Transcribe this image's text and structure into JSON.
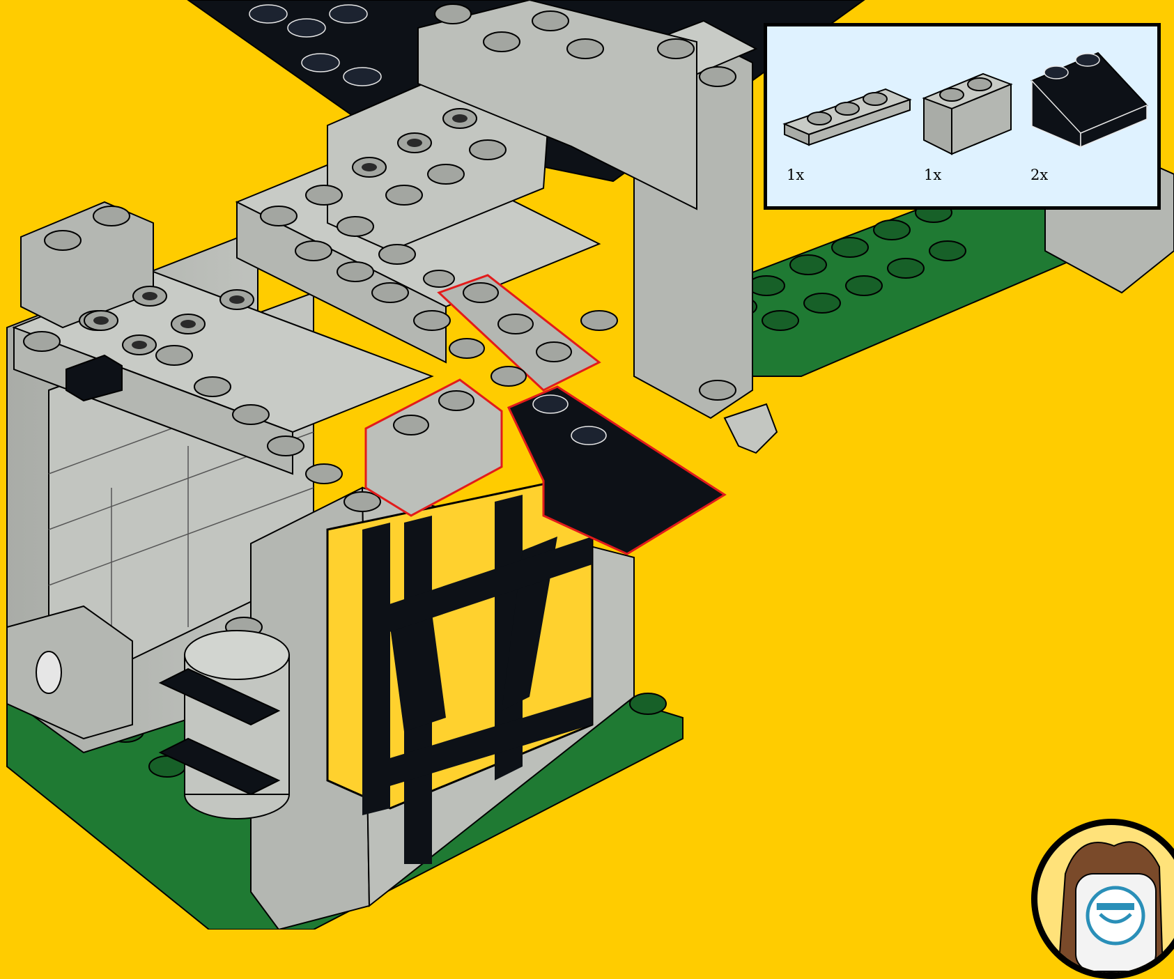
{
  "step_illustration": {
    "subject": "lego-wall-assembly",
    "colors": {
      "background": "#ffcc00",
      "brick_grey": "#b4b7b2",
      "brick_grey_top": "#c8cbc6",
      "brick_dark": "#0d1117",
      "plate_green": "#1f7a33",
      "highlight": "#e21b1b",
      "panel_bg": "#dff2ff"
    }
  },
  "parts_list": {
    "items": [
      {
        "icon": "plate-1x3-grey-icon",
        "quantity": "1x"
      },
      {
        "icon": "brick-1x2-grey-icon",
        "quantity": "1x"
      },
      {
        "icon": "slope-2x2-black-icon",
        "quantity": "2x"
      }
    ]
  },
  "badge": {
    "icon": "avatar-mascot-icon"
  }
}
